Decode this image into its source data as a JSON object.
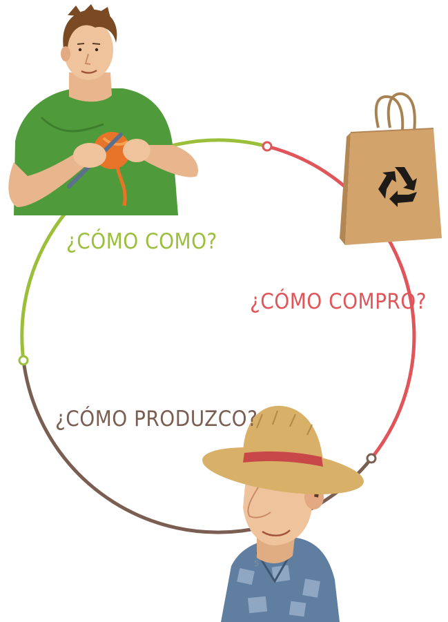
{
  "cycle": {
    "labels": {
      "eat": "¿CÓMO COMO?",
      "buy": "¿CÓMO COMPRO?",
      "produce": "¿CÓMO PRODUZCO?"
    },
    "colors": {
      "eat": "#9bbf3b",
      "buy": "#e0555a",
      "produce": "#7a5e52"
    }
  },
  "bag": {
    "icon": "recycle-icon"
  },
  "page_number": "5"
}
